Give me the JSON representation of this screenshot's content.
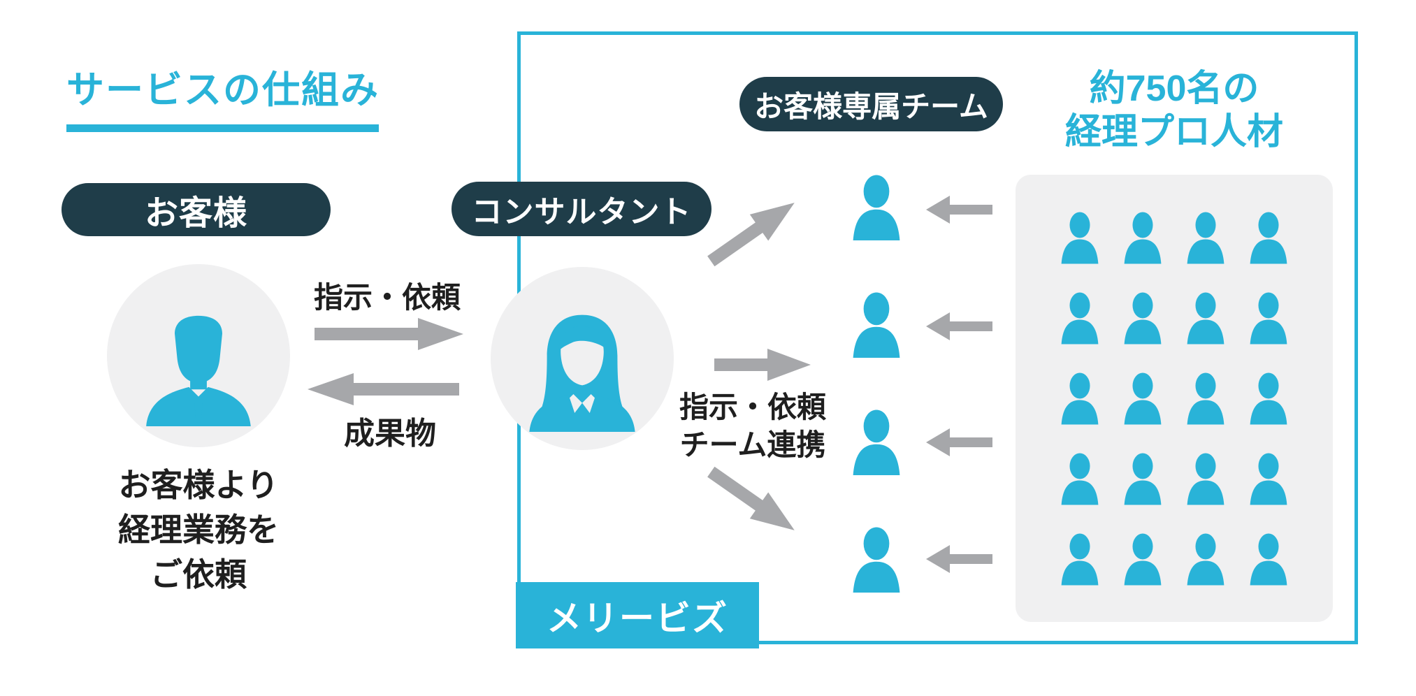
{
  "diagram": {
    "title": "サービスの仕組み",
    "company_label": "メリービズ",
    "colors": {
      "accent_cyan": "#29b3d8",
      "badge_dark": "#1f3d49",
      "arrow_gray": "#a6a7aa",
      "panel_gray": "#f0f0f1",
      "text_black": "#1f1f1f"
    },
    "customer": {
      "badge_label": "お客様",
      "icon": "businessman-icon",
      "caption_lines": [
        "お客様より",
        "経理業務を",
        "ご依頼"
      ]
    },
    "customer_consultant_flow": {
      "request_label": "指示・依頼",
      "deliverable_label": "成果物"
    },
    "consultant": {
      "badge_label": "コンサルタント",
      "icon": "businesswoman-icon"
    },
    "team": {
      "badge_label": "お客様専属チーム",
      "member_count": 4,
      "member_icon": "person-bust-icon"
    },
    "consultant_team_flow": {
      "line1": "指示・依頼",
      "line2": "チーム連携"
    },
    "talent_pool": {
      "heading_lines": [
        "約750名の",
        "経理プロ人材"
      ],
      "rows": 5,
      "cols": 4,
      "person_icon": "person-bust-icon"
    }
  }
}
